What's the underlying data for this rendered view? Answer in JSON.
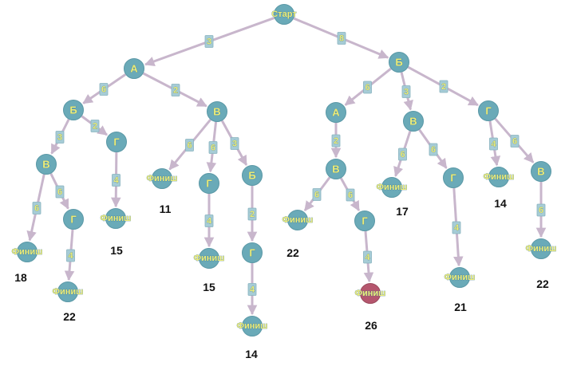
{
  "nodes": [
    {
      "id": "start",
      "label": "Старт"
    },
    {
      "id": "A1",
      "label": "А"
    },
    {
      "id": "B1",
      "label": "Б"
    },
    {
      "id": "B2",
      "label": "Б"
    },
    {
      "id": "V1",
      "label": "В"
    },
    {
      "id": "V2",
      "label": "В"
    },
    {
      "id": "G1",
      "label": "Г"
    },
    {
      "id": "F1",
      "label": "Финиш"
    },
    {
      "id": "G2",
      "label": "Г"
    },
    {
      "id": "F2",
      "label": "Финиш"
    },
    {
      "id": "F3",
      "label": "Финиш"
    },
    {
      "id": "F4",
      "label": "Финиш"
    },
    {
      "id": "G3",
      "label": "Г"
    },
    {
      "id": "B3",
      "label": "Б"
    },
    {
      "id": "F5",
      "label": "Финиш"
    },
    {
      "id": "G4",
      "label": "Г"
    },
    {
      "id": "F6",
      "label": "Финиш"
    },
    {
      "id": "A2",
      "label": "А"
    },
    {
      "id": "V3",
      "label": "В"
    },
    {
      "id": "G5",
      "label": "Г"
    },
    {
      "id": "V4",
      "label": "В"
    },
    {
      "id": "F7",
      "label": "Финиш"
    },
    {
      "id": "G6",
      "label": "Г"
    },
    {
      "id": "F8",
      "label": "Финиш",
      "highlight": true
    },
    {
      "id": "F9",
      "label": "Финиш"
    },
    {
      "id": "G7",
      "label": "Г"
    },
    {
      "id": "F10",
      "label": "Финиш"
    },
    {
      "id": "F11",
      "label": "Финиш"
    },
    {
      "id": "V5",
      "label": "В"
    },
    {
      "id": "F12",
      "label": "Финиш"
    }
  ],
  "edges": [
    {
      "from": "start",
      "to": "A1",
      "weight": "3"
    },
    {
      "from": "start",
      "to": "B2",
      "weight": "8"
    },
    {
      "from": "A1",
      "to": "B1",
      "weight": "6"
    },
    {
      "from": "A1",
      "to": "V2",
      "weight": "2"
    },
    {
      "from": "B1",
      "to": "V1",
      "weight": "3"
    },
    {
      "from": "B1",
      "to": "G1",
      "weight": "2"
    },
    {
      "from": "V1",
      "to": "F1",
      "weight": "6"
    },
    {
      "from": "V1",
      "to": "G2",
      "weight": "6"
    },
    {
      "from": "G2",
      "to": "F2",
      "weight": "4"
    },
    {
      "from": "G1",
      "to": "F3",
      "weight": "4"
    },
    {
      "from": "V2",
      "to": "F4",
      "weight": "6"
    },
    {
      "from": "V2",
      "to": "G3",
      "weight": "6"
    },
    {
      "from": "V2",
      "to": "B3",
      "weight": "3"
    },
    {
      "from": "G3",
      "to": "F5",
      "weight": "4"
    },
    {
      "from": "B3",
      "to": "G4",
      "weight": "2"
    },
    {
      "from": "G4",
      "to": "F6",
      "weight": "4"
    },
    {
      "from": "B2",
      "to": "A2",
      "weight": "6"
    },
    {
      "from": "B2",
      "to": "V3",
      "weight": "3"
    },
    {
      "from": "B2",
      "to": "G5",
      "weight": "2"
    },
    {
      "from": "A2",
      "to": "V4",
      "weight": "2"
    },
    {
      "from": "V4",
      "to": "F7",
      "weight": "6"
    },
    {
      "from": "V4",
      "to": "G6",
      "weight": "6"
    },
    {
      "from": "G6",
      "to": "F8",
      "weight": "4"
    },
    {
      "from": "V3",
      "to": "F9",
      "weight": "6"
    },
    {
      "from": "V3",
      "to": "G7",
      "weight": "6"
    },
    {
      "from": "G7",
      "to": "F10",
      "weight": "4"
    },
    {
      "from": "G5",
      "to": "F11",
      "weight": "4"
    },
    {
      "from": "G5",
      "to": "V5",
      "weight": "6"
    },
    {
      "from": "V5",
      "to": "F12",
      "weight": "6"
    }
  ],
  "path_totals": [
    {
      "node": "F1",
      "value": "18"
    },
    {
      "node": "F2",
      "value": "22"
    },
    {
      "node": "F3",
      "value": "15"
    },
    {
      "node": "F4",
      "value": "11"
    },
    {
      "node": "F5",
      "value": "15"
    },
    {
      "node": "F6",
      "value": "14"
    },
    {
      "node": "F7",
      "value": "22"
    },
    {
      "node": "F8",
      "value": "26"
    },
    {
      "node": "F9",
      "value": "17"
    },
    {
      "node": "F10",
      "value": "21"
    },
    {
      "node": "F11",
      "value": "14"
    },
    {
      "node": "F12",
      "value": "22"
    }
  ],
  "colors": {
    "node_fill": "#6aaab8",
    "highlight_fill": "#b5566e",
    "edge": "#c8b6cc",
    "label_text": "#ecec78"
  }
}
